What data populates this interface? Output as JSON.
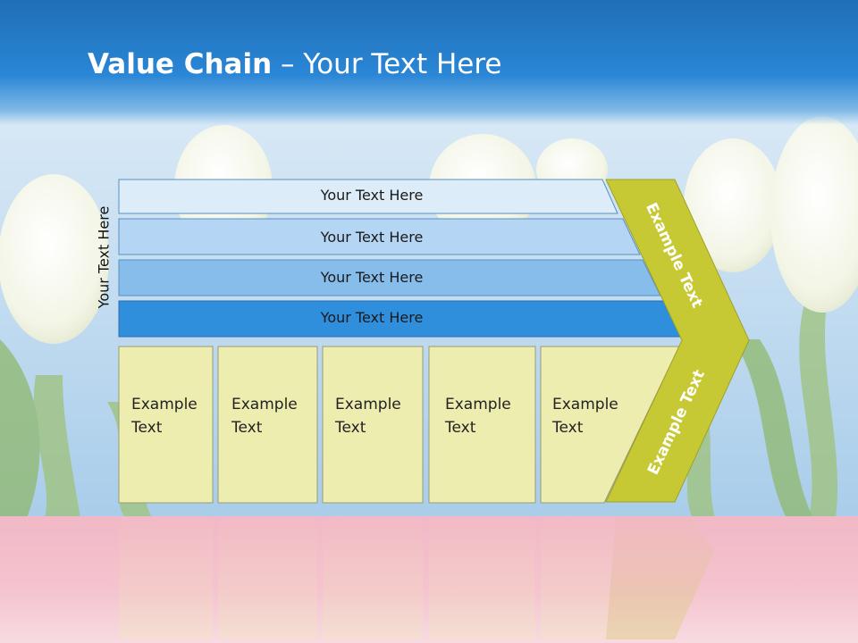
{
  "slide": {
    "title_bold": "Value Chain",
    "title_rest": " – Your Text Here",
    "vertical_label": "Your Text Here"
  },
  "support_bars": [
    {
      "label": "Your Text Here",
      "color": "#dcecf9"
    },
    {
      "label": "Your Text Here",
      "color": "#b4d5f3"
    },
    {
      "label": "Your Text Here",
      "color": "#86bdeb"
    },
    {
      "label": "Your Text Here",
      "color": "#2f8fdc"
    }
  ],
  "primary_cells": [
    {
      "line1": "Example",
      "line2": "Text"
    },
    {
      "line1": "Example",
      "line2": "Text"
    },
    {
      "line1": "Example",
      "line2": "Text"
    },
    {
      "line1": "Example",
      "line2": "Text"
    },
    {
      "line1": "Example",
      "line2": "Text"
    }
  ],
  "margin_chevron": {
    "top_label": "Example Text",
    "bottom_label": "Example Text",
    "color": "#c7c934"
  },
  "colors": {
    "header": "#2a86d6",
    "cell_fill": "#eeedb0",
    "floor": "#f4c4cf"
  }
}
